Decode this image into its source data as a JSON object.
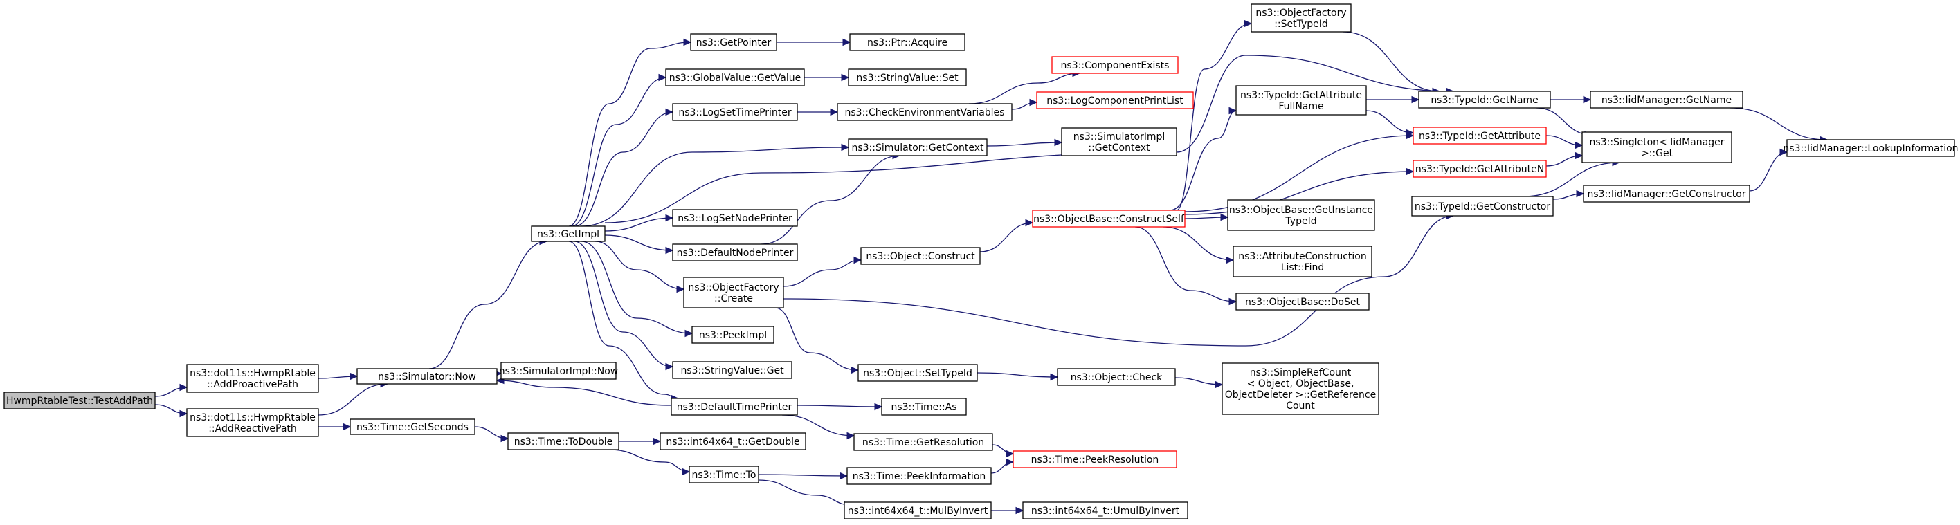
{
  "colors": {
    "edge": "#191970",
    "truncated_border": "#ff0000",
    "root_fill": "#bfbfbf"
  },
  "nodes": [
    {
      "id": "root",
      "label": [
        "HwmpRtableTest::TestAddPath"
      ],
      "type": "root"
    },
    {
      "id": "addProactive",
      "label": [
        "ns3::dot11s::HwmpRtable",
        "::AddProactivePath"
      ]
    },
    {
      "id": "addReactive",
      "label": [
        "ns3::dot11s::HwmpRtable",
        "::AddReactivePath"
      ]
    },
    {
      "id": "simNow",
      "label": [
        "ns3::Simulator::Now"
      ]
    },
    {
      "id": "simImplNow",
      "label": [
        "ns3::SimulatorImpl::Now"
      ]
    },
    {
      "id": "timeGetSeconds",
      "label": [
        "ns3::Time::GetSeconds"
      ]
    },
    {
      "id": "timeToDouble",
      "label": [
        "ns3::Time::ToDouble"
      ]
    },
    {
      "id": "int64GetDouble",
      "label": [
        "ns3::int64x64_t::GetDouble"
      ]
    },
    {
      "id": "timeTo",
      "label": [
        "ns3::Time::To"
      ]
    },
    {
      "id": "getImpl",
      "label": [
        "ns3::GetImpl"
      ]
    },
    {
      "id": "getPointer",
      "label": [
        "ns3::GetPointer"
      ]
    },
    {
      "id": "ptrAcquire",
      "label": [
        "ns3::Ptr::Acquire"
      ]
    },
    {
      "id": "gvGetValue",
      "label": [
        "ns3::GlobalValue::GetValue"
      ]
    },
    {
      "id": "svSet",
      "label": [
        "ns3::StringValue::Set"
      ]
    },
    {
      "id": "logSetTimePrinter",
      "label": [
        "ns3::LogSetTimePrinter"
      ]
    },
    {
      "id": "checkEnv",
      "label": [
        "ns3::CheckEnvironmentVariables"
      ]
    },
    {
      "id": "compExists",
      "label": [
        "ns3::ComponentExists"
      ],
      "type": "trunc"
    },
    {
      "id": "logCompPrint",
      "label": [
        "ns3::LogComponentPrintList"
      ],
      "type": "trunc"
    },
    {
      "id": "simGetContext",
      "label": [
        "ns3::Simulator::GetContext"
      ]
    },
    {
      "id": "simImplGetContext",
      "label": [
        "ns3::SimulatorImpl",
        "::GetContext"
      ]
    },
    {
      "id": "logSetNodePrinter",
      "label": [
        "ns3::LogSetNodePrinter"
      ]
    },
    {
      "id": "defaultNodePrinter",
      "label": [
        "ns3::DefaultNodePrinter"
      ]
    },
    {
      "id": "objFactoryCreate",
      "label": [
        "ns3::ObjectFactory",
        "::Create"
      ]
    },
    {
      "id": "objConstruct",
      "label": [
        "ns3::Object::Construct"
      ]
    },
    {
      "id": "peekImpl",
      "label": [
        "ns3::PeekImpl"
      ]
    },
    {
      "id": "svGet",
      "label": [
        "ns3::StringValue::Get"
      ]
    },
    {
      "id": "objSetTypeId",
      "label": [
        "ns3::Object::SetTypeId"
      ]
    },
    {
      "id": "defaultTimePrinter",
      "label": [
        "ns3::DefaultTimePrinter"
      ]
    },
    {
      "id": "timeAs",
      "label": [
        "ns3::Time::As"
      ]
    },
    {
      "id": "timeGetRes",
      "label": [
        "ns3::Time::GetResolution"
      ]
    },
    {
      "id": "timePeekInfo",
      "label": [
        "ns3::Time::PeekInformation"
      ]
    },
    {
      "id": "timePeekRes",
      "label": [
        "ns3::Time::PeekResolution"
      ],
      "type": "trunc"
    },
    {
      "id": "mulByInvert",
      "label": [
        "ns3::int64x64_t::MulByInvert"
      ]
    },
    {
      "id": "umulByInvert",
      "label": [
        "ns3::int64x64_t::UmulByInvert"
      ]
    },
    {
      "id": "objCheck",
      "label": [
        "ns3::Object::Check"
      ]
    },
    {
      "id": "simpleRefCount",
      "label": [
        "ns3::SimpleRefCount",
        "< Object, ObjectBase,",
        "ObjectDeleter >::GetReference",
        "Count"
      ]
    },
    {
      "id": "constructSelf",
      "label": [
        "ns3::ObjectBase::ConstructSelf"
      ],
      "type": "trunc"
    },
    {
      "id": "objFactorySetTypeId",
      "label": [
        "ns3::ObjectFactory",
        "::SetTypeId"
      ]
    },
    {
      "id": "typeIdGetAttrFullName",
      "label": [
        "ns3::TypeId::GetAttribute",
        "FullName"
      ]
    },
    {
      "id": "typeIdGetName",
      "label": [
        "ns3::TypeId::GetName"
      ]
    },
    {
      "id": "typeIdGetAttribute",
      "label": [
        "ns3::TypeId::GetAttribute"
      ],
      "type": "trunc"
    },
    {
      "id": "typeIdGetAttributeN",
      "label": [
        "ns3::TypeId::GetAttributeN"
      ],
      "type": "trunc"
    },
    {
      "id": "obGetInstanceTypeId",
      "label": [
        "ns3::ObjectBase::GetInstance",
        "TypeId"
      ]
    },
    {
      "id": "attrConstrFind",
      "label": [
        "ns3::AttributeConstruction",
        "List::Find"
      ]
    },
    {
      "id": "obDoSet",
      "label": [
        "ns3::ObjectBase::DoSet"
      ]
    },
    {
      "id": "typeIdGetConstructor",
      "label": [
        "ns3::TypeId::GetConstructor"
      ]
    },
    {
      "id": "iidGetName",
      "label": [
        "ns3::IidManager::GetName"
      ]
    },
    {
      "id": "singletonGet",
      "label": [
        "ns3::Singleton< IidManager",
        ">::Get"
      ]
    },
    {
      "id": "iidGetConstructor",
      "label": [
        "ns3::IidManager::GetConstructor"
      ]
    },
    {
      "id": "iidLookup",
      "label": [
        "ns3::IidManager::LookupInformation"
      ]
    }
  ]
}
